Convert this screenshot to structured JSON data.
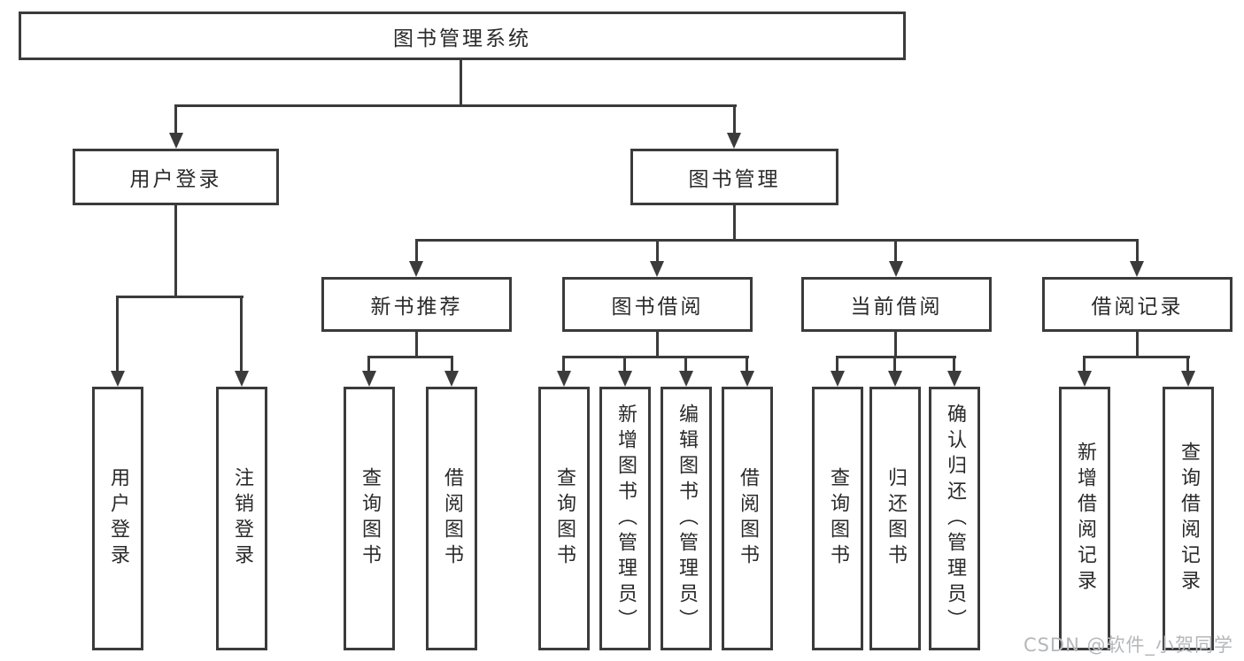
{
  "diagram": {
    "root": {
      "label": "图书管理系统"
    },
    "level2": [
      {
        "label": "用户登录"
      },
      {
        "label": "图书管理"
      }
    ],
    "level3": [
      {
        "label": "新书推荐"
      },
      {
        "label": "图书借阅"
      },
      {
        "label": "当前借阅"
      },
      {
        "label": "借阅记录"
      }
    ],
    "leaves": [
      {
        "label": "用户登录",
        "parent": "用户登录"
      },
      {
        "label": "注销登录",
        "parent": "用户登录"
      },
      {
        "label": "查询图书",
        "parent": "新书推荐"
      },
      {
        "label": "借阅图书",
        "parent": "新书推荐"
      },
      {
        "label": "查询图书",
        "parent": "图书借阅"
      },
      {
        "label": "新增图书（管理员）",
        "parent": "图书借阅"
      },
      {
        "label": "编辑图书（管理员）",
        "parent": "图书借阅"
      },
      {
        "label": "借阅图书",
        "parent": "图书借阅"
      },
      {
        "label": "查询图书",
        "parent": "当前借阅"
      },
      {
        "label": "归还图书",
        "parent": "当前借阅"
      },
      {
        "label": "确认归还（管理员）",
        "parent": "当前借阅"
      },
      {
        "label": "新增借阅记录",
        "parent": "借阅记录"
      },
      {
        "label": "查询借阅记录",
        "parent": "借阅记录"
      }
    ],
    "watermark": "CSDN @软件_小贺同学",
    "colors": {
      "line": "#3b3b3b",
      "text": "#2a2a2a",
      "watermark": "#b5b7ba",
      "background": "#ffffff"
    }
  }
}
